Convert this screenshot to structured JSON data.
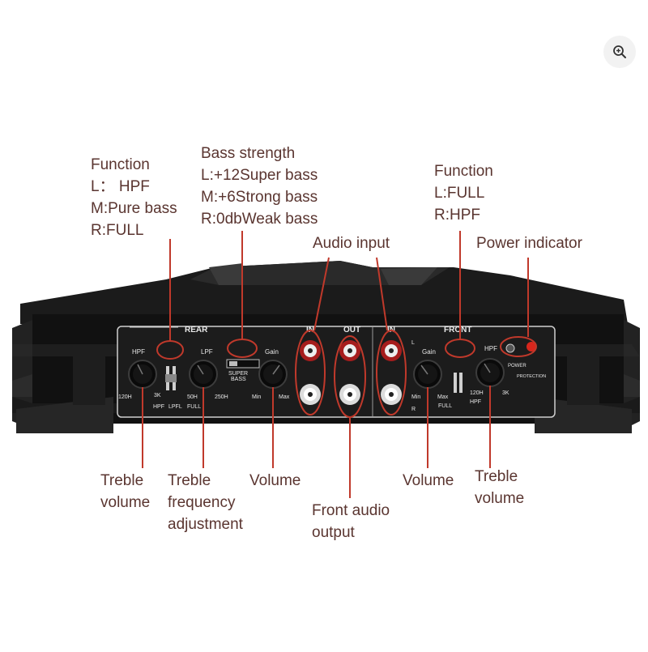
{
  "colors": {
    "callout_text": "#5a3530",
    "callout_line": "#c0392b",
    "amp_body": "#141414",
    "panel": "#1c1c1c",
    "panel_text": "#e8e8e8",
    "power_led": "#d8261c"
  },
  "toolbar": {
    "zoom_icon": "zoom-in-icon"
  },
  "callouts": {
    "rear_function": [
      "Function",
      "L： HPF",
      "M:Pure bass",
      "R:FULL"
    ],
    "bass_strength": [
      "Bass strength",
      "L:+12Super bass",
      "M:+6Strong bass",
      "R:0dbWeak bass"
    ],
    "audio_input": [
      "Audio input"
    ],
    "front_function": [
      "Function",
      "L:FULL",
      "R:HPF"
    ],
    "power_indicator": [
      "Power indicator"
    ],
    "rear_treble_volume": [
      "Treble",
      "volume"
    ],
    "treble_frequency": [
      "Treble",
      "frequency",
      "adjustment"
    ],
    "rear_volume": [
      "Volume"
    ],
    "front_audio_output": [
      "Front audio",
      "output"
    ],
    "front_volume": [
      "Volume"
    ],
    "front_treble_volume": [
      "Treble",
      "volume"
    ]
  },
  "panel": {
    "rear": "REAR",
    "front": "FRONT",
    "in_left": "IN",
    "out": "OUT",
    "in_right": "IN",
    "hpf": "HPF",
    "lpf": "LPF",
    "gain": "Gain",
    "super_bass_1": "SUPER",
    "super_bass_2": "BASS",
    "khz_120": "120H",
    "k3": "3K",
    "hpf_small": "HPF",
    "lpfl": "LPFL",
    "hz_50": "50H",
    "full": "FULL",
    "hz_250": "250H",
    "min": "Min",
    "max": "Max",
    "l": "L",
    "r": "R",
    "full_small": "FULL",
    "power": "POWER",
    "protection": "PROTECTION"
  }
}
